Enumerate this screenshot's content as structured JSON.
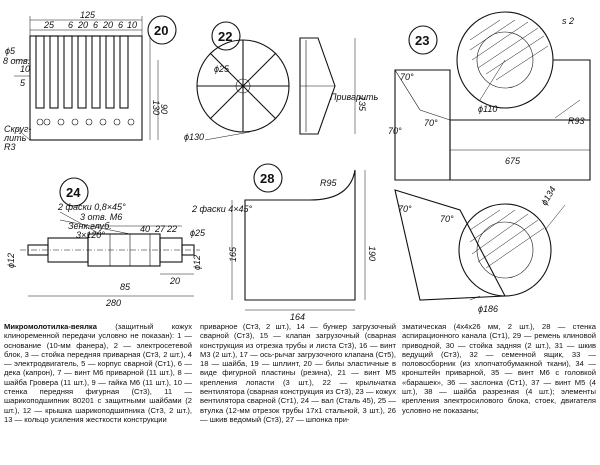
{
  "figures": {
    "f20": {
      "number": "20",
      "dims": [
        "125",
        "25",
        "6",
        "20",
        "6",
        "20",
        "6",
        "10",
        "130",
        "90",
        "10",
        "5"
      ],
      "hole": "ϕ5",
      "hole_note": "8 отв.",
      "r_note_1": "Скруг-",
      "r_note_2": "лить",
      "r_value": "R3"
    },
    "f22": {
      "number": "22",
      "d_inner": "ϕ25",
      "d_outer": "ϕ130",
      "weld_note": "Приварить",
      "len": "135"
    },
    "f23": {
      "number": "23",
      "wall": "s 2",
      "angle_1": "70°",
      "angle_2": "70°",
      "angle_3": "70°",
      "d_small": "ϕ110",
      "radius": "R93",
      "length": "675"
    },
    "f24": {
      "number": "24",
      "chamfer_1": "2 фаски 0,8×45°",
      "hole_note": "3 отв. М6",
      "tap_1": "Зенк.глуб.",
      "tap_2": "3×120°",
      "dims_small": [
        "40",
        "27",
        "22",
        "20",
        "85",
        "280"
      ],
      "d_left": "ϕ12",
      "d_right_1": "ϕ25",
      "d_right_2": "ϕ12",
      "chamfer_2": "2 фаски 4×45°"
    },
    "f28": {
      "number": "28",
      "radius": "R95",
      "h1": "165",
      "h2": "190",
      "w": "164",
      "angle_1": "70°",
      "angle_2": "70°",
      "d1": "ϕ134",
      "d2": "ϕ186"
    }
  },
  "caption": {
    "title": "Микромолотилка-веялка",
    "col1": " (защитный кожух клиноременной передачи условно не показан): 1 — основание (10-мм фанера), 2 — электросетевой блок, 3 — стойка передняя приварная (Ст3, 2 шт.), 4 — электродвигатель, 5 — корпус сварной (Ст1), 6 — дека (капрон), 7 — винт М6 приварной (11 шт.), 8 — шайба Гровера (11 шт.), 9 — гайка М6 (11 шт.), 10 — стенка передняя фигурная (Ст3), 11 — шарикоподшипник 80201 с защитными шайбами (2 шт.), 12 — крышка шарикоподшипника (Ст3, 2 шт.), 13 — кольцо усиления жесткости конструкции",
    "col2": "приварное (Ст3, 2 шт.), 14 — бункер загрузочный сварной (Ст3), 15 — клапан загрузочный (сварная конструкция из отрезка трубы и листа Ст3), 16 — винт М3 (2 шт.), 17 — ось-рычаг загрузочного клапана (Ст5), 18 — шайба, 19 — шплинт, 20 — билы эластичные в виде фигурной пластины (резина), 21 — винт М5 крепления лопасти (3 шт.), 22 — крыльчатка вентилятора (сварная конструкция из Ст3), 23 — кожух вентилятора сварной (Ст1), 24 — вал (Сталь 45), 25 — втулка (12-мм отрезок трубы 17х1 стальной, 3 шт.), 26 — шкив ведомый (Ст3), 27 — шпонка при-",
    "col3": "зматическая (4х4х26 мм, 2 шт.), 28 — стенка аспирационного канала (Ст1), 29 — ремень клиновой приводной, 30 — стойка задняя (2 шт.), 31 — шкив ведущий (Ст3), 32 — семенной ящик, 33 — половосборник (из хлопчатобумажной ткани), 34 — кронштейн приварной, 35 — винт М6 с головкой «барашек», 36 — заслонка (Ст1), 37 — винт М5 (4 шт.), 38 — шайба разрезная (4 шт.); элементы крепления электросилового блока, стоек, двигателя условно не показаны;"
  }
}
